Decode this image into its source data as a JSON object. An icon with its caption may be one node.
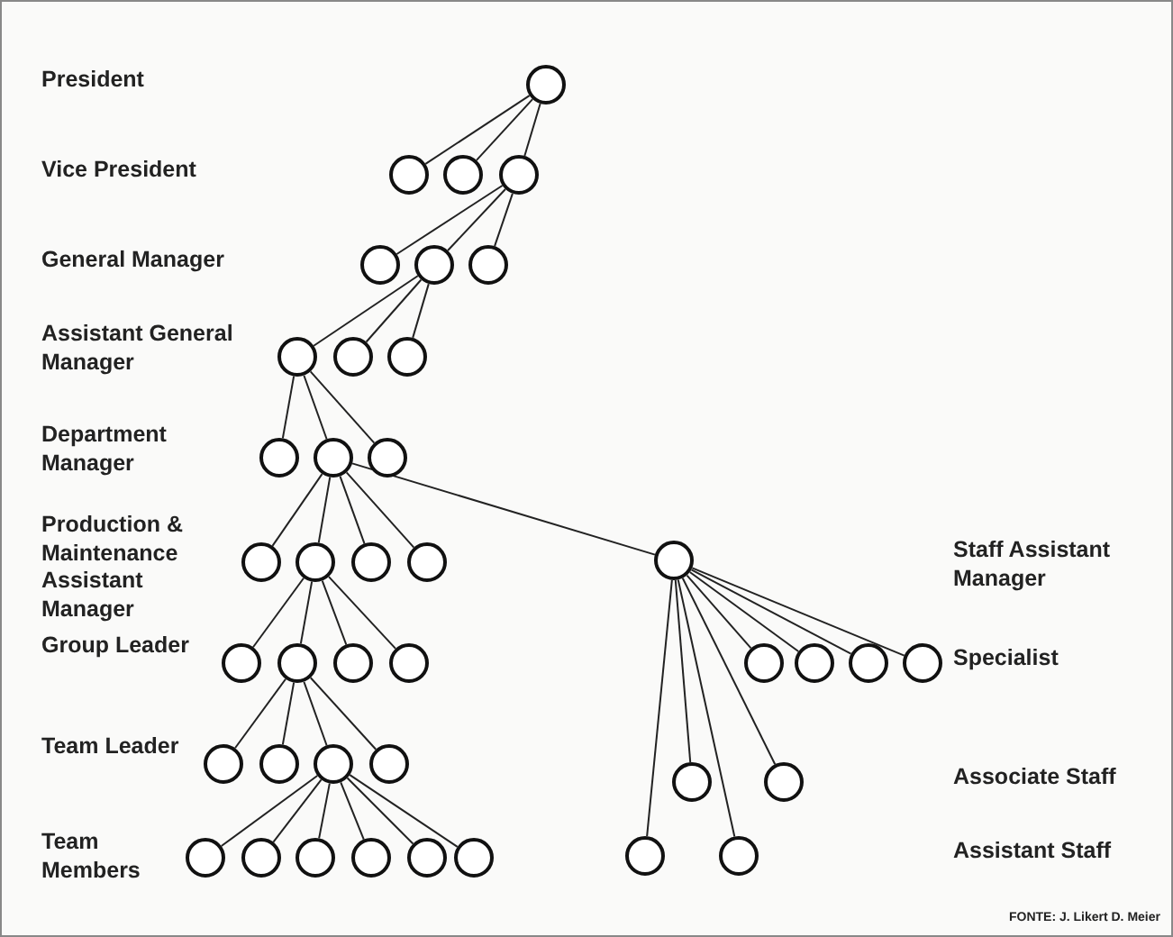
{
  "diagram": {
    "caption": "FONTE: J. Likert D. Meier",
    "nodes": [
      {
        "text": [],
        "shape": "circle"
      },
      {
        "text": [],
        "shape": "circle"
      },
      {
        "text": [],
        "shape": "circle"
      },
      {
        "text": [],
        "shape": "circle"
      },
      {
        "text": [],
        "shape": "circle"
      },
      {
        "text": [],
        "shape": "circle"
      },
      {
        "text": [],
        "shape": "circle"
      },
      {
        "text": [],
        "shape": "circle"
      },
      {
        "text": [],
        "shape": "circle"
      },
      {
        "text": [],
        "shape": "circle"
      },
      {
        "text": [],
        "shape": "circle"
      },
      {
        "text": [],
        "shape": "circle"
      },
      {
        "text": [],
        "shape": "circle"
      },
      {
        "text": [],
        "shape": "circle"
      },
      {
        "text": [],
        "shape": "circle"
      },
      {
        "text": [],
        "shape": "circle"
      },
      {
        "text": [],
        "shape": "circle"
      },
      {
        "text": [],
        "shape": "circle"
      },
      {
        "text": [],
        "shape": "circle"
      },
      {
        "text": [],
        "shape": "circle"
      },
      {
        "text": [],
        "shape": "circle"
      },
      {
        "text": [],
        "shape": "circle"
      },
      {
        "text": [],
        "shape": "circle"
      },
      {
        "text": [],
        "shape": "circle"
      },
      {
        "text": [],
        "shape": "circle"
      },
      {
        "text": [],
        "shape": "circle"
      },
      {
        "text": [],
        "shape": "circle"
      },
      {
        "text": [],
        "shape": "circle"
      },
      {
        "text": [],
        "shape": "circle"
      },
      {
        "text": [],
        "shape": "circle"
      },
      {
        "text": [],
        "shape": "circle"
      },
      {
        "text": [],
        "shape": "circle"
      },
      {
        "text": [],
        "shape": "circle"
      },
      {
        "text": [],
        "shape": "circle"
      },
      {
        "text": [],
        "shape": "circle"
      },
      {
        "text": [],
        "shape": "circle"
      },
      {
        "text": [],
        "shape": "circle"
      },
      {
        "text": [],
        "shape": "circle"
      },
      {
        "text": [],
        "shape": "circle"
      },
      {
        "text": [],
        "shape": "circle"
      }
    ],
    "edges": [
      {
        "from": 0,
        "to": 1,
        "arrow": "none"
      },
      {
        "from": 0,
        "to": 2,
        "arrow": "none"
      },
      {
        "from": 0,
        "to": 3,
        "arrow": "none"
      },
      {
        "from": 3,
        "to": 4,
        "arrow": "none"
      },
      {
        "from": 3,
        "to": 5,
        "arrow": "none"
      },
      {
        "from": 3,
        "to": 6,
        "arrow": "none"
      },
      {
        "from": 5,
        "to": 7,
        "arrow": "none"
      },
      {
        "from": 5,
        "to": 8,
        "arrow": "none"
      },
      {
        "from": 5,
        "to": 9,
        "arrow": "none"
      },
      {
        "from": 7,
        "to": 10,
        "arrow": "none"
      },
      {
        "from": 7,
        "to": 11,
        "arrow": "none"
      },
      {
        "from": 7,
        "to": 12,
        "arrow": "none"
      },
      {
        "from": 11,
        "to": 13,
        "arrow": "none"
      },
      {
        "from": 11,
        "to": 14,
        "arrow": "none"
      },
      {
        "from": 11,
        "to": 15,
        "arrow": "none"
      },
      {
        "from": 11,
        "to": 16,
        "arrow": "none"
      },
      {
        "from": 11,
        "to": 17,
        "arrow": "none"
      },
      {
        "from": 14,
        "to": 18,
        "arrow": "none"
      },
      {
        "from": 14,
        "to": 19,
        "arrow": "none"
      },
      {
        "from": 14,
        "to": 20,
        "arrow": "none"
      },
      {
        "from": 14,
        "to": 21,
        "arrow": "none"
      },
      {
        "from": 17,
        "to": 22,
        "arrow": "none"
      },
      {
        "from": 17,
        "to": 23,
        "arrow": "none"
      },
      {
        "from": 17,
        "to": 24,
        "arrow": "none"
      },
      {
        "from": 17,
        "to": 25,
        "arrow": "none"
      },
      {
        "from": 19,
        "to": 26,
        "arrow": "none"
      },
      {
        "from": 19,
        "to": 27,
        "arrow": "none"
      },
      {
        "from": 19,
        "to": 28,
        "arrow": "none"
      },
      {
        "from": 19,
        "to": 29,
        "arrow": "none"
      },
      {
        "from": 17,
        "to": 30,
        "arrow": "none"
      },
      {
        "from": 17,
        "to": 31,
        "arrow": "none"
      },
      {
        "from": 28,
        "to": 32,
        "arrow": "none"
      },
      {
        "from": 28,
        "to": 33,
        "arrow": "none"
      },
      {
        "from": 28,
        "to": 34,
        "arrow": "none"
      },
      {
        "from": 28,
        "to": 35,
        "arrow": "none"
      },
      {
        "from": 28,
        "to": 36,
        "arrow": "none"
      },
      {
        "from": 28,
        "to": 37,
        "arrow": "none"
      },
      {
        "from": 17,
        "to": 38,
        "arrow": "none"
      },
      {
        "from": 17,
        "to": 39,
        "arrow": "none"
      }
    ],
    "labels": [
      "President",
      "Vice President",
      "General Manager",
      "Assistant General Manager",
      "Department Manager",
      "Production & Maintenance Assistant Manager",
      "Staff Assistant Manager",
      "Group Leader",
      "Specialist",
      "Team Leader",
      "Associate Staff",
      "Team Members",
      "Assistant Staff"
    ]
  }
}
